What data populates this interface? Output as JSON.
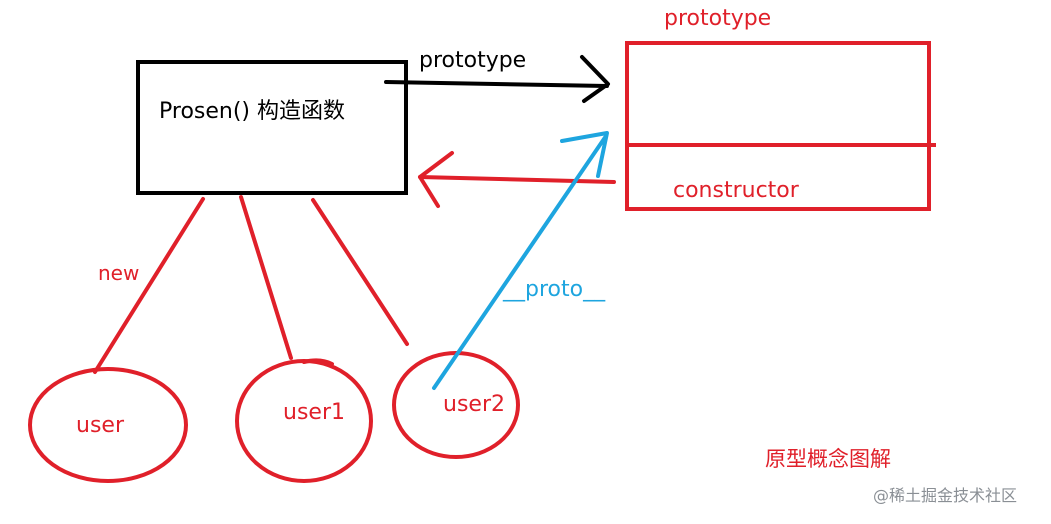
{
  "diagram": {
    "constructor_box": {
      "label": "Prosen() 构造函数"
    },
    "prototype_object": {
      "title": "prototype",
      "field": "constructor"
    },
    "arrows": {
      "prototype_label": "prototype",
      "proto_label": "__proto__"
    },
    "new_label": "new",
    "instances": [
      "user",
      "user1",
      "user2"
    ],
    "caption": "原型概念图解",
    "watermark": "@稀土掘金技术社区"
  },
  "colors": {
    "red": "#e0202a",
    "blue": "#1ea5df",
    "black": "#000000"
  }
}
